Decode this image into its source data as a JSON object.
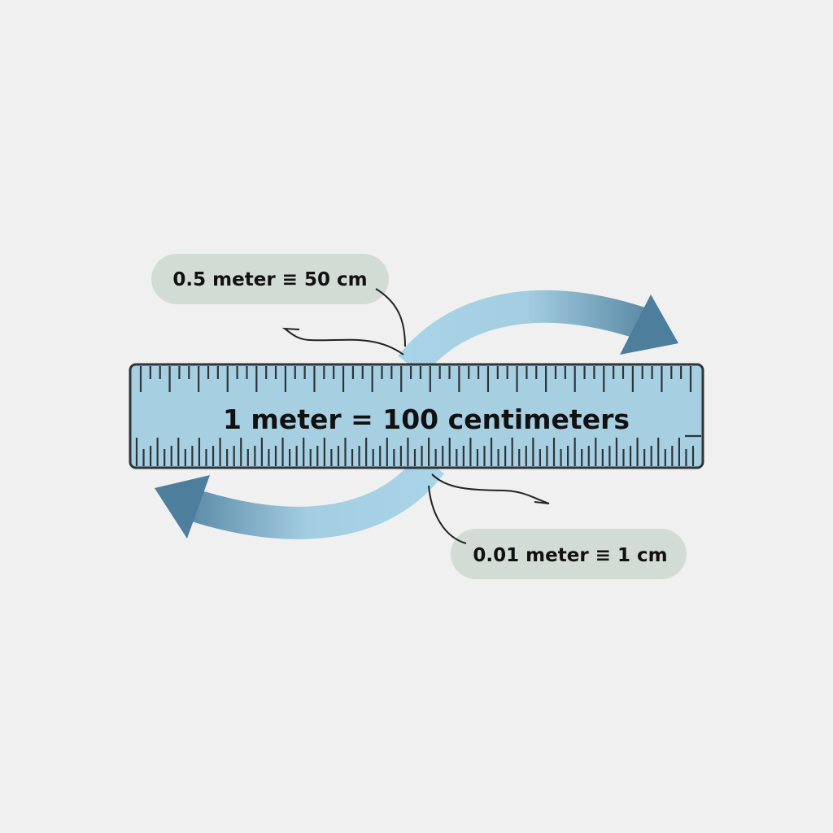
{
  "ruler": {
    "label": "1 meter = 100 centimeters",
    "fill_color": "#a7cfe2",
    "outline_color": "#2e3438"
  },
  "callouts": [
    {
      "text": "0.5 meter ≡ 50 cm"
    },
    {
      "text": "0.01 meter ≡ 1 cm"
    }
  ],
  "colors": {
    "background": "#f0f0f0",
    "pill": "#d2dcd4",
    "arrow_light": "#a9d3e6",
    "arrow_dark": "#4a7a98"
  },
  "icons": [
    "curved-arrow-right",
    "curved-arrow-left"
  ]
}
